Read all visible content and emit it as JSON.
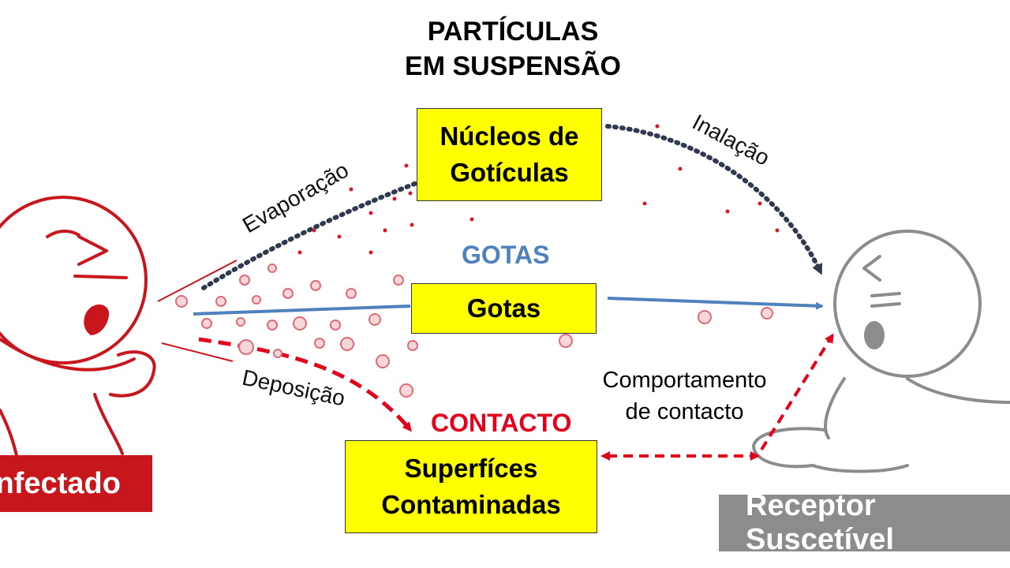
{
  "title": {
    "line1": "PARTÍCULAS",
    "line2": "EM SUSPENSÃO"
  },
  "boxes": {
    "nuclei": {
      "line1": "Núcleos de",
      "line2": "Gotículas"
    },
    "drops": {
      "line1": "Gotas"
    },
    "surfaces": {
      "line1": "Superfíces",
      "line2": "Contaminadas"
    }
  },
  "categories": {
    "drops": "GOTAS",
    "contact": "CONTACTO"
  },
  "arrows": {
    "evaporation": "Evaporação",
    "inhalation": "Inalação",
    "deposition": "Deposição",
    "contact_behavior_line1": "Comportamento",
    "contact_behavior_line2": "de contacto"
  },
  "people": {
    "infected": "Infectado",
    "receptor": "Receptor Suscetível"
  },
  "colors": {
    "box_fill": "#ffff00",
    "infected_red": "#c8161d",
    "drops_blue": "#4f81bd",
    "contact_red": "#e3001b",
    "receptor_gray": "#8c8c8c",
    "dotted_arrow": "#2f3a4f"
  }
}
